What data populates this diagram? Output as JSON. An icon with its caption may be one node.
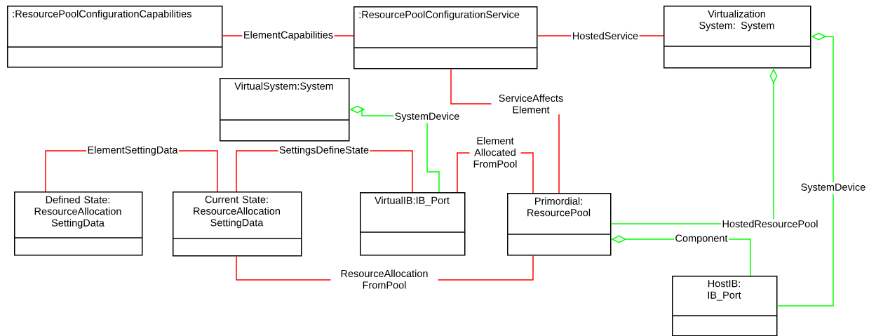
{
  "diagram": {
    "nodes": [
      {
        "text": [
          ":ResourcePoolConfigurationCapabilities"
        ]
      },
      {
        "text": [
          ":ResourcePoolConfigurationService"
        ]
      },
      {
        "text": [
          "Virtualization System: System"
        ]
      },
      {
        "text": [
          "VirtualSystem:System"
        ]
      },
      {
        "text": [
          "Defined State: ResourceAllocation SettingData"
        ]
      },
      {
        "text": [
          "Current State: ResourceAllocation SettingData"
        ]
      },
      {
        "text": [
          "VirtualIB:IB_Port"
        ]
      },
      {
        "text": [
          "Primordial: ResourcePool"
        ]
      },
      {
        "text": [
          "HostIB: IB_Port"
        ]
      }
    ],
    "edges": [
      {
        "from": 0,
        "to": 1,
        "arrow": "none",
        "label": "ElementCapabilities"
      },
      {
        "from": 1,
        "to": 2,
        "arrow": "none",
        "label": "HostedService"
      },
      {
        "from": 1,
        "to": 7,
        "arrow": "none",
        "label": "ServiceAffects Element"
      },
      {
        "from": 3,
        "to": 6,
        "arrow": "other",
        "label": "SystemDevice",
        "color": "#00ff00"
      },
      {
        "from": 4,
        "to": 5,
        "arrow": "none",
        "label": "ElementSettingData"
      },
      {
        "from": 5,
        "to": 6,
        "arrow": "none",
        "label": "SettingsDefineState"
      },
      {
        "from": 6,
        "to": 7,
        "arrow": "none",
        "label": "Element Allocated FromPool"
      },
      {
        "from": 5,
        "to": 7,
        "arrow": "none",
        "label": "ResourceAllocation FromPool"
      },
      {
        "from": 2,
        "to": 7,
        "arrow": "other",
        "label": "HostedResourcePool",
        "color": "#00ff00"
      },
      {
        "from": 7,
        "to": 8,
        "arrow": "other",
        "label": "Component",
        "color": "#00ff00"
      },
      {
        "from": 2,
        "to": 8,
        "arrow": "other",
        "label": "SystemDevice",
        "color": "#00ff00"
      }
    ]
  }
}
